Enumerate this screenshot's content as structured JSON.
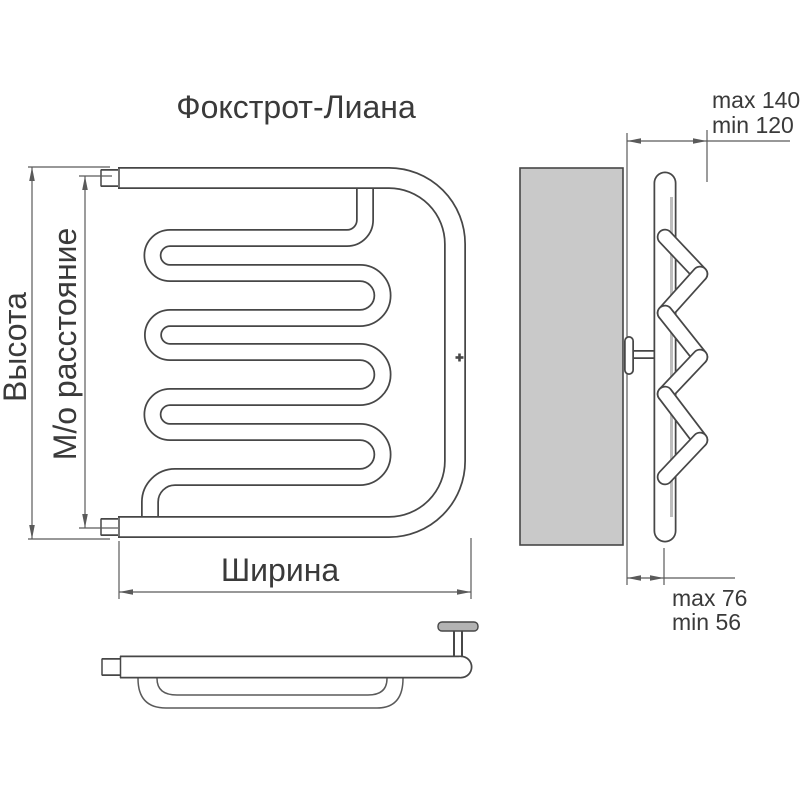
{
  "title": "Фокстрот-Лиана",
  "front_view": {
    "labels": {
      "height": "Высота",
      "mounting_distance": "М/о расстояние",
      "width": "Ширина"
    },
    "marker": "air-vent-asterisk"
  },
  "side_view": {
    "dimensions": {
      "depth_max": "max 140",
      "depth_min": "min 120",
      "offset_max": "max 76",
      "offset_min": "min 56"
    }
  },
  "colors": {
    "line": "#474747",
    "dim": "#5a5a5a",
    "text": "#3a3a3a",
    "wall_fill": "#c9c9c9",
    "shade": "#bdbdbd",
    "bg": "#ffffff"
  }
}
